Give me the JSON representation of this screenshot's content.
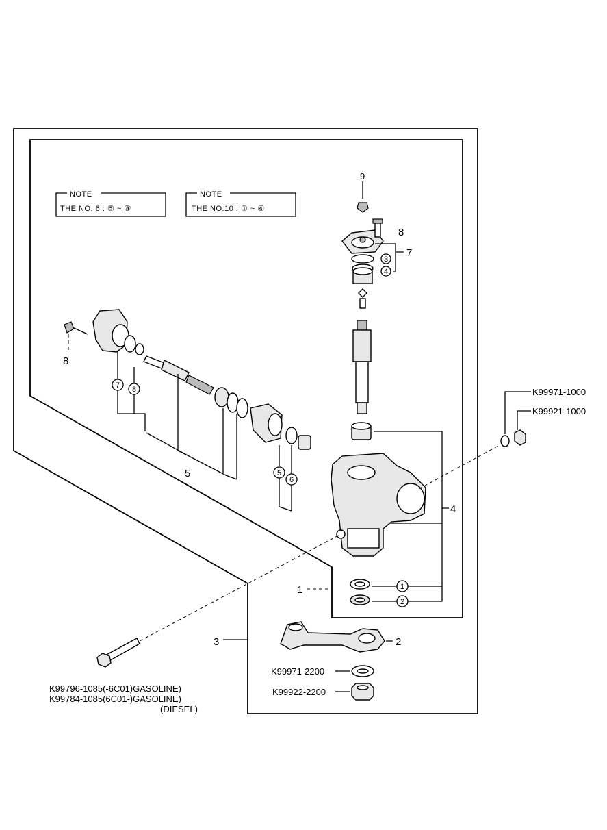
{
  "notes": [
    {
      "heading": "NOTE",
      "text": "THE NO. 6 : ⑤ ~ ⑧"
    },
    {
      "heading": "NOTE",
      "text": "THE NO.10 : ① ~ ④"
    }
  ],
  "callouts": {
    "n1": "1",
    "n2": "2",
    "n3": "3",
    "n4": "4",
    "n5": "5",
    "n7": "7",
    "n8": "8",
    "n9": "9",
    "n8b": "8"
  },
  "circled": {
    "c1": "1",
    "c2": "2",
    "c3": "3",
    "c4": "4",
    "c5": "5",
    "c6": "6",
    "c7": "7",
    "c8": "8"
  },
  "part_numbers": {
    "nut_top": "K99971-1000",
    "nut_top2": "K99921-1000",
    "washer": "K99971-2200",
    "nut": "K99922-2200",
    "bolt_line1": "K99796-1085(-6C01)GASOLINE)",
    "bolt_line2": "K99784-1085(6C01-)GASOLINE)",
    "bolt_line3": "(DIESEL)"
  }
}
